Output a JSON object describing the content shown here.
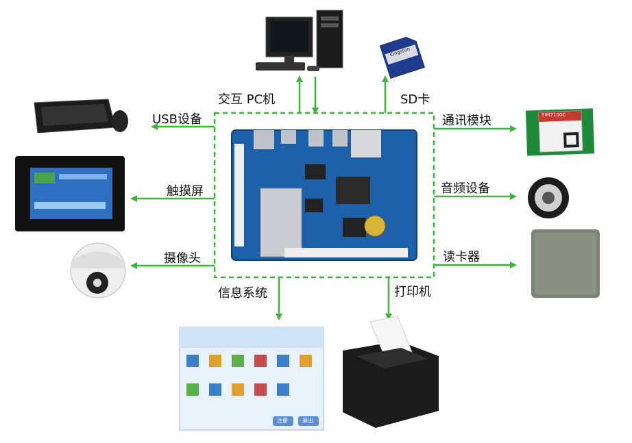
{
  "center": {
    "name": "embedded-mainboard"
  },
  "labels": {
    "pc": "交互 PC机",
    "sd": "SD卡",
    "usb": "USB设备",
    "comm": "通讯模块",
    "touch": "触摸屏",
    "audio": "音频设备",
    "camera": "摄像头",
    "reader": "读卡器",
    "info": "信息系统",
    "printer": "打印机"
  },
  "sim_module": {
    "model": "SIM7100C"
  },
  "sd_card": {
    "brand": "Kingston"
  },
  "info_screen": {
    "buttons": [
      "注册",
      "退出"
    ]
  },
  "colors": {
    "arrow": "#3cb43c",
    "border": "#3cb43c",
    "board": "#1d5fa8"
  }
}
